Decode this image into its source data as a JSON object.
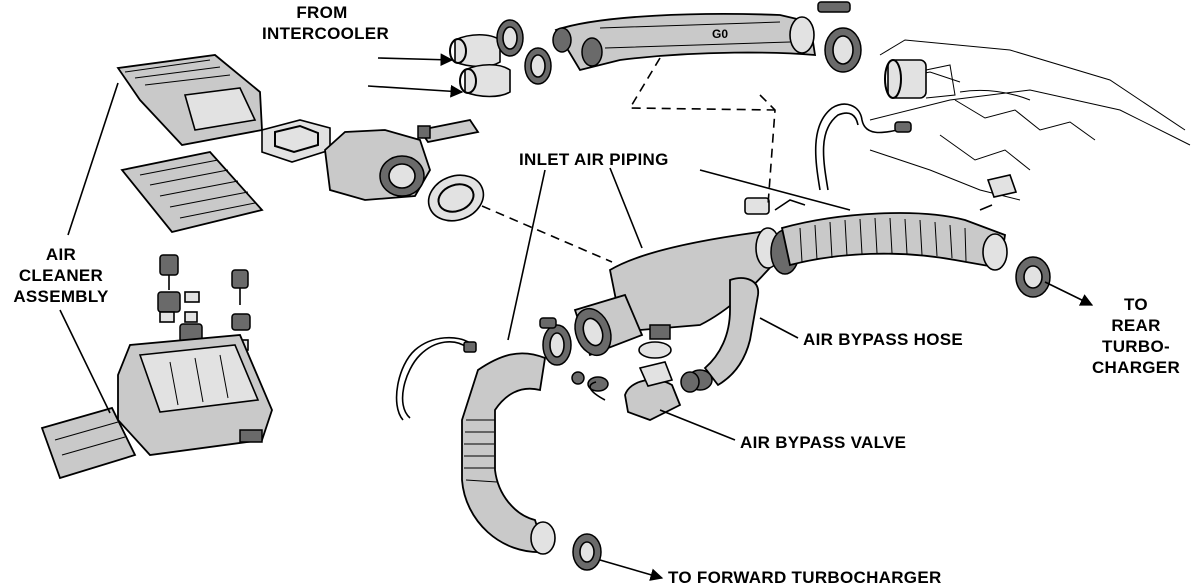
{
  "labels": {
    "from_intercooler": [
      "FROM",
      "INTERCOOLER"
    ],
    "air_cleaner_assembly": [
      "AIR",
      "CLEANER",
      "ASSEMBLY"
    ],
    "inlet_air_piping": "INLET AIR PIPING",
    "air_bypass_hose": "AIR BYPASS HOSE",
    "air_bypass_valve": "AIR BYPASS VALVE",
    "to_rear_turbocharger": [
      "TO",
      "REAR",
      "TURBO-",
      "CHARGER"
    ],
    "to_forward_turbocharger": "TO FORWARD TURBOCHARGER"
  },
  "colors": {
    "ink": "#000000",
    "part_fill": "#c9c9c9",
    "background": "#ffffff"
  }
}
